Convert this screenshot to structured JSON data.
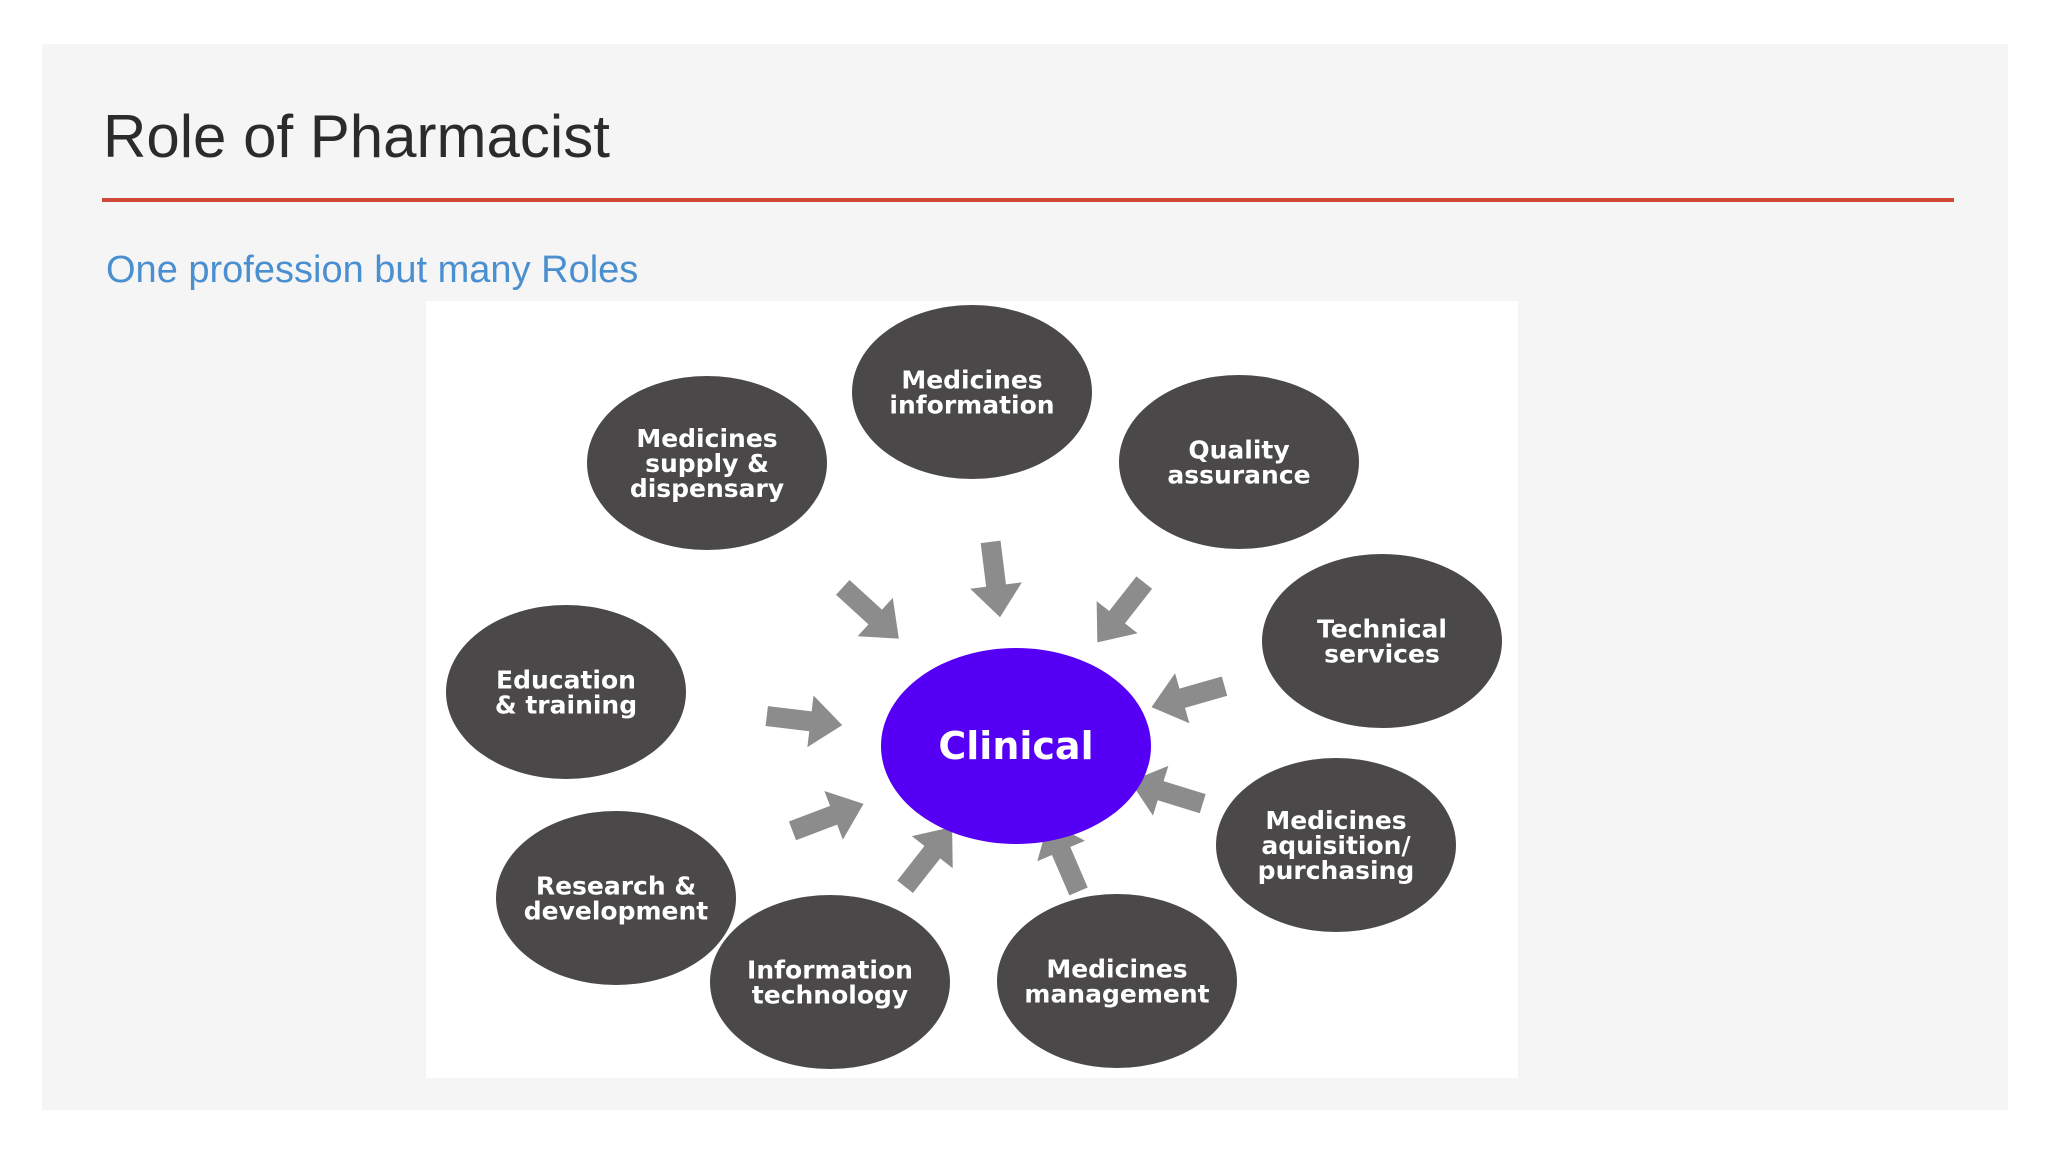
{
  "slide": {
    "title": "Role of Pharmacist",
    "subtitle": "One profession but many Roles"
  },
  "diagram": {
    "center": {
      "label": "Clinical",
      "color": "#5500f5"
    },
    "node_color": "#4a4849",
    "arrow_color": "#8c8c8c",
    "nodes": [
      {
        "lines": [
          "Medicines",
          "information"
        ]
      },
      {
        "lines": [
          "Quality",
          "assurance"
        ]
      },
      {
        "lines": [
          "Technical",
          "services"
        ]
      },
      {
        "lines": [
          "Medicines",
          "aquisition/",
          "purchasing"
        ]
      },
      {
        "lines": [
          "Medicines",
          "management"
        ]
      },
      {
        "lines": [
          "Information",
          "technology"
        ]
      },
      {
        "lines": [
          "Research &",
          "development"
        ]
      },
      {
        "lines": [
          "Education",
          "& training"
        ]
      },
      {
        "lines": [
          "Medicines",
          "supply &",
          "dispensary"
        ]
      }
    ]
  }
}
